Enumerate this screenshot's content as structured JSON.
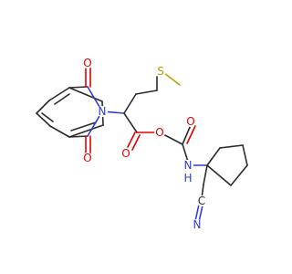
{
  "atoms": {
    "O1": {
      "label": "O",
      "color": "#e00000"
    },
    "O2": {
      "label": "O",
      "color": "#e00000"
    },
    "N1": {
      "label": "N",
      "color": "#2f3ec8"
    },
    "O3": {
      "label": "O",
      "color": "#e00000"
    },
    "O4": {
      "label": "O",
      "color": "#e00000"
    },
    "O5": {
      "label": "O",
      "color": "#e00000"
    },
    "N2": {
      "label": "N",
      "color": "#2f3ec8"
    },
    "H": {
      "label": "H",
      "color": "#2f3ec8"
    },
    "S": {
      "label": "S",
      "color": "#b8a000"
    },
    "N3": {
      "label": "N",
      "color": "#2f3ec8"
    },
    "C": {
      "label": "C",
      "color": "#2b2b2b"
    }
  }
}
